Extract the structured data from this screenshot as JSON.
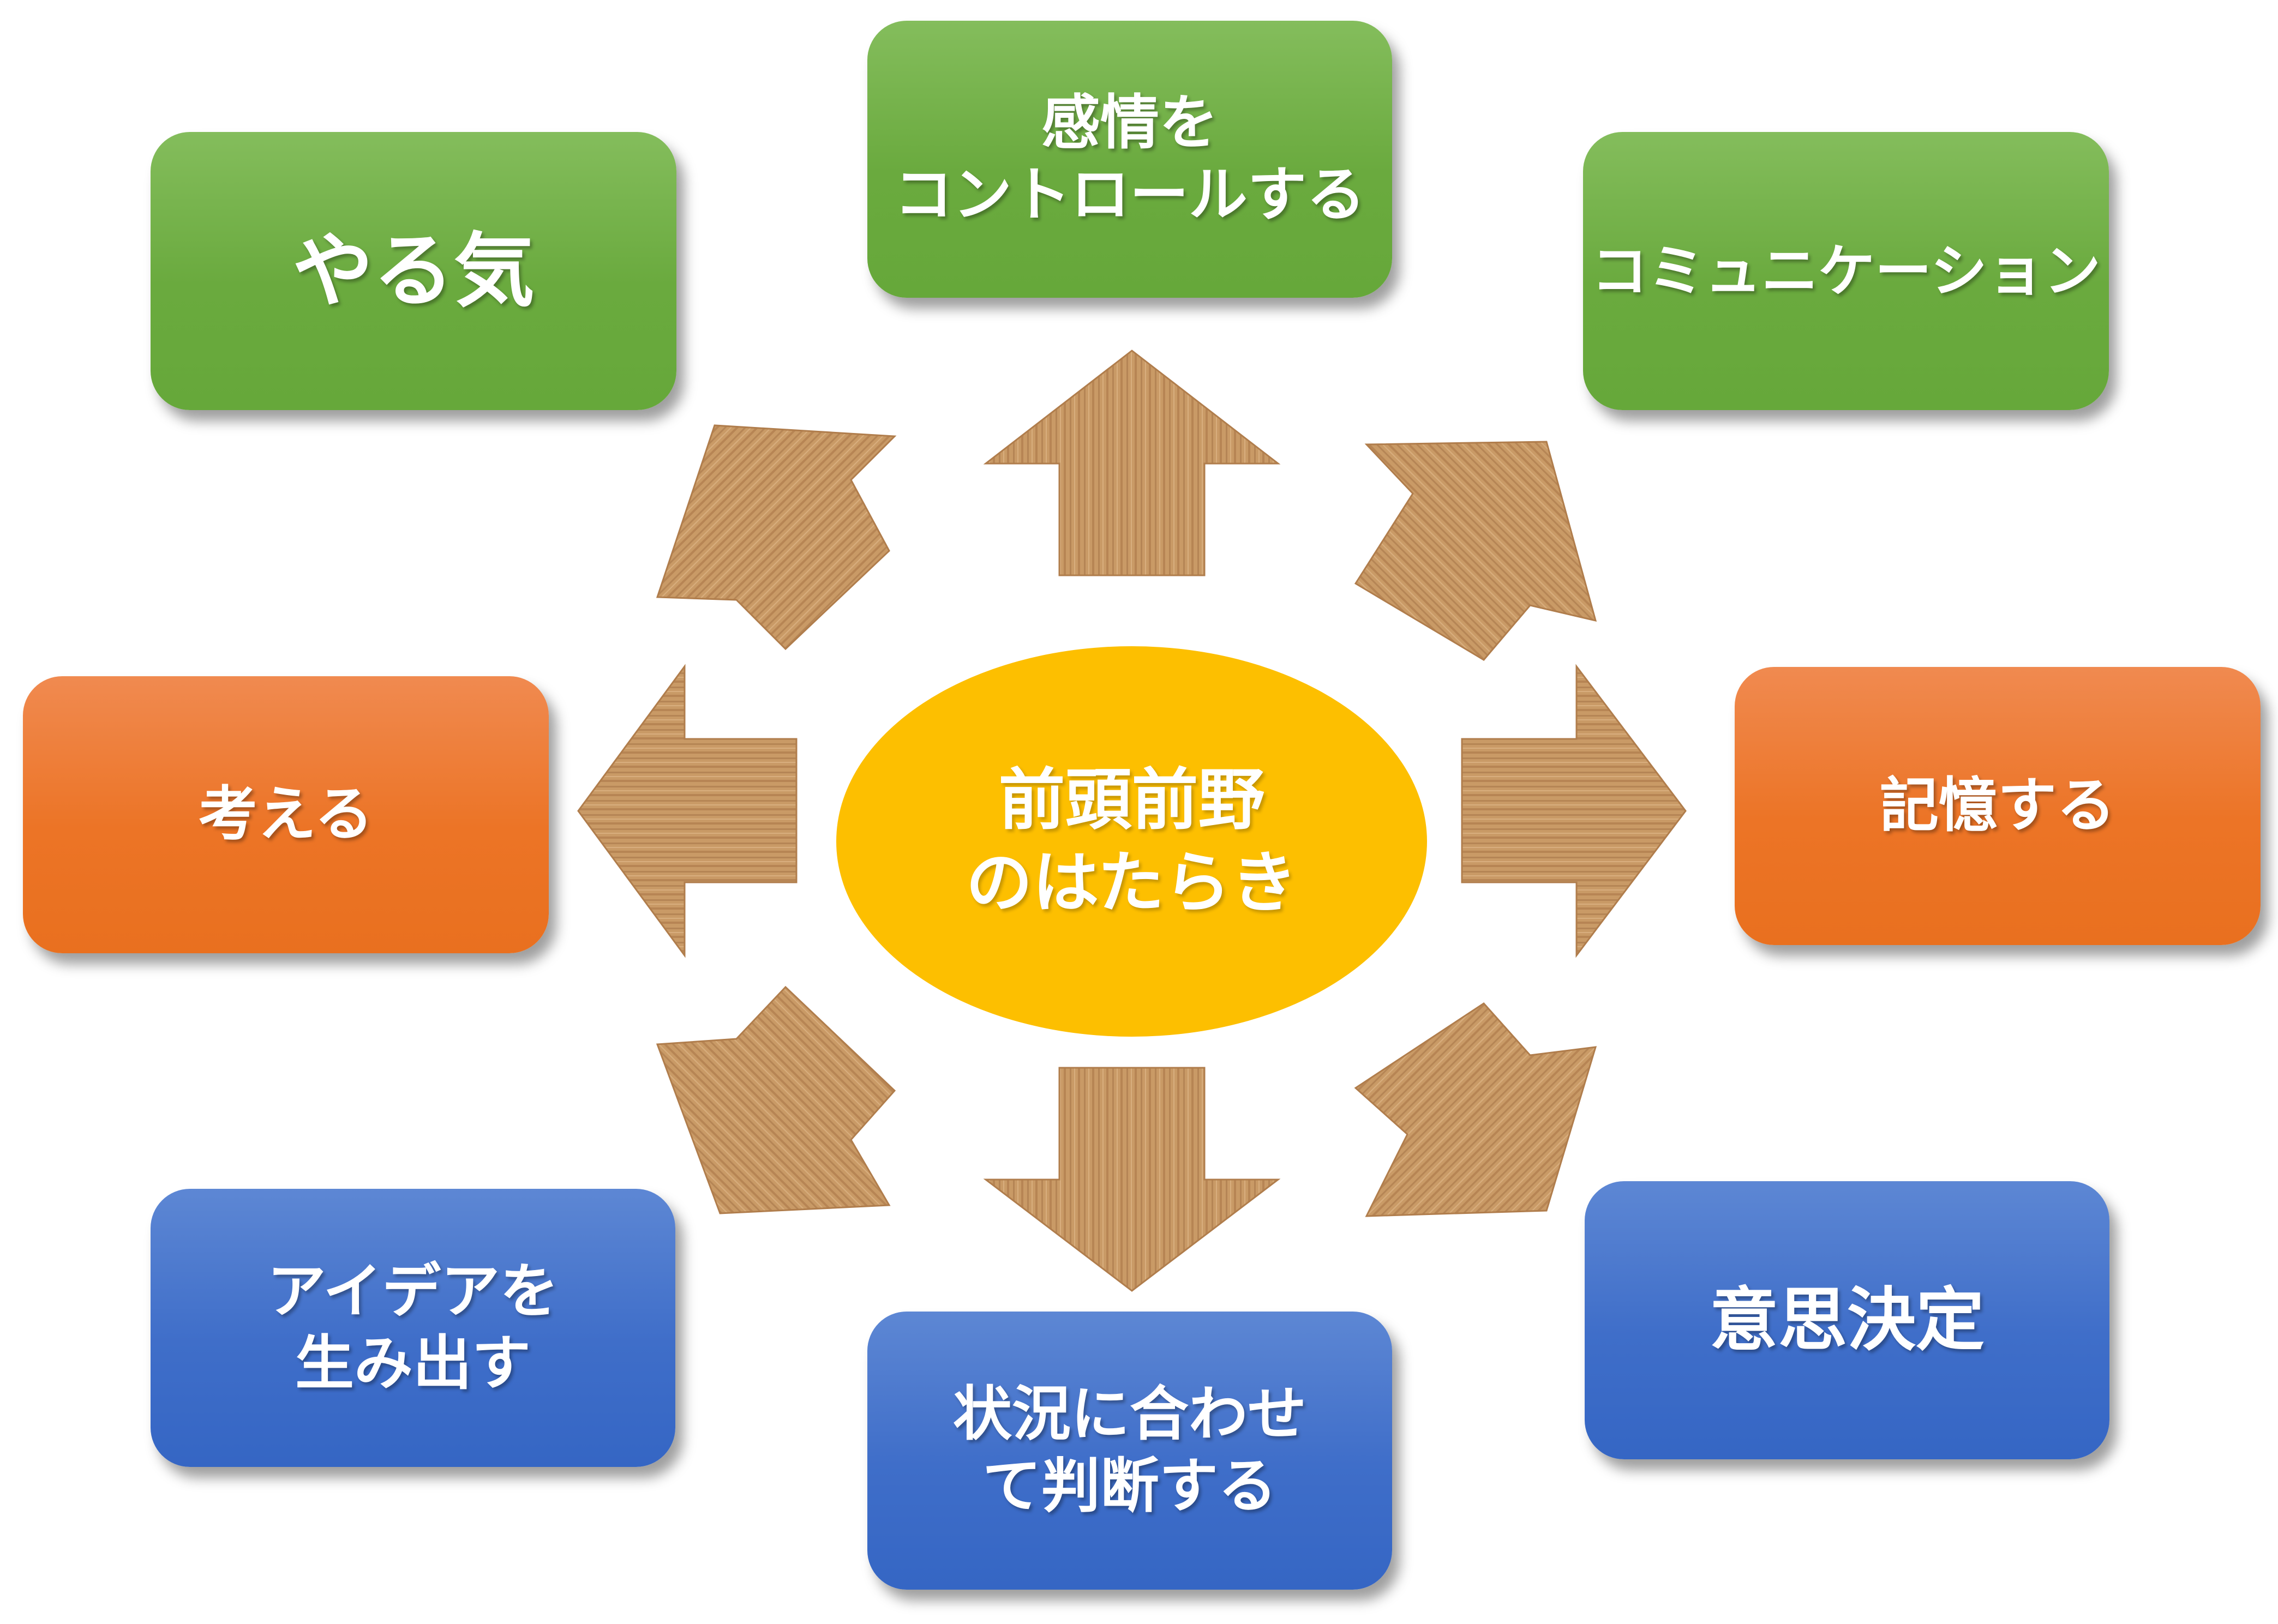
{
  "center": {
    "label": "前頭前野\nのはたらき",
    "color": "#fdbf00"
  },
  "boxes": {
    "yaruki": "やる気",
    "emotion_control": "感情を\nコントロールする",
    "communication": "コミュニケーション",
    "think": "考える",
    "memorize": "記憶する",
    "generate_ideas": "アイデアを\n生み出す",
    "situational_judgment": "状況に合わせ\nて判断する",
    "decision_making": "意思決定"
  },
  "colors": {
    "green": "#6aaa3e",
    "orange": "#ec7426",
    "blue": "#3f6ec9",
    "arrow_wood": "#c99a66"
  }
}
